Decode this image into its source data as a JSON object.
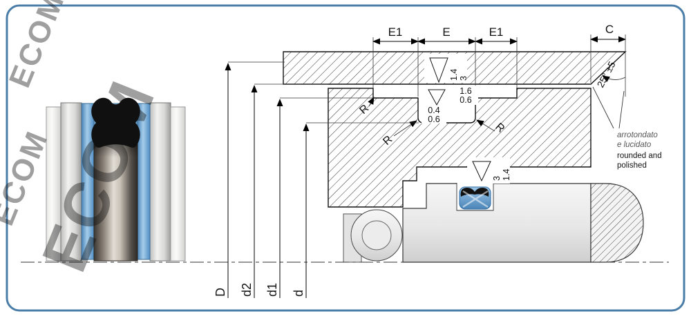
{
  "frame": {
    "border_color": "#4a7da8"
  },
  "watermark": {
    "text": "ECOM",
    "color": "#b9c4d0"
  },
  "colors": {
    "seal_blue": "#5e9fd4",
    "hatch_line": "#333333",
    "outline": "#111111"
  },
  "labels": {
    "e1_left": "E1",
    "e": "E",
    "e1_right": "E1",
    "c": "C",
    "angle": "25° ±5",
    "r1": "R",
    "r2": "R",
    "r3": "R",
    "D": "D",
    "d2": "d2",
    "d1": "d1",
    "d": "d"
  },
  "values": {
    "finish_top_1": "1.4",
    "finish_top_2": "3",
    "pair_right_top": "1.6",
    "pair_right_bottom": "0.6",
    "pair_left_top": "0.4",
    "pair_left_bottom": "0.6",
    "finish_bottom_1": "3",
    "finish_bottom_2": "1.4"
  },
  "note": {
    "line1": "arrotondato",
    "line2": "e lucidato",
    "line3": "rounded and",
    "line4": "polished"
  }
}
